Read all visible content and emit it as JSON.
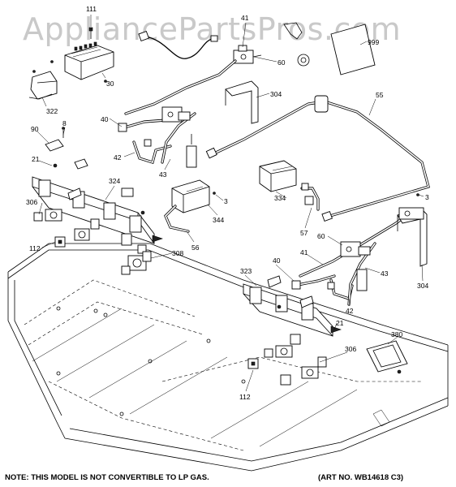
{
  "watermark": "AppliancePartsPros.com",
  "note": "NOTE: THIS MODEL IS NOT CONVERTIBLE TO LP GAS.",
  "art_number": "(ART NO. WB14618 C3)",
  "callouts": {
    "c111": "111",
    "c41a": "41",
    "c999": "999",
    "c60a": "60",
    "c30": "30",
    "c322": "322",
    "c304a": "304",
    "c55": "55",
    "c40a": "40",
    "c90": "90",
    "c8": "8",
    "c42a": "42",
    "c21a": "21",
    "c43a": "43",
    "c324": "324",
    "c3a": "3",
    "c334": "334",
    "c306a": "306",
    "c344": "344",
    "c57": "57",
    "c3b": "3",
    "c112a": "112",
    "c56": "56",
    "c60b": "60",
    "c308": "308",
    "c41b": "41",
    "c40b": "40",
    "c323": "323",
    "c43b": "43",
    "c304b": "304",
    "c42b": "42",
    "c21b": "21",
    "c380": "380",
    "c306b": "306",
    "c112b": "112"
  }
}
